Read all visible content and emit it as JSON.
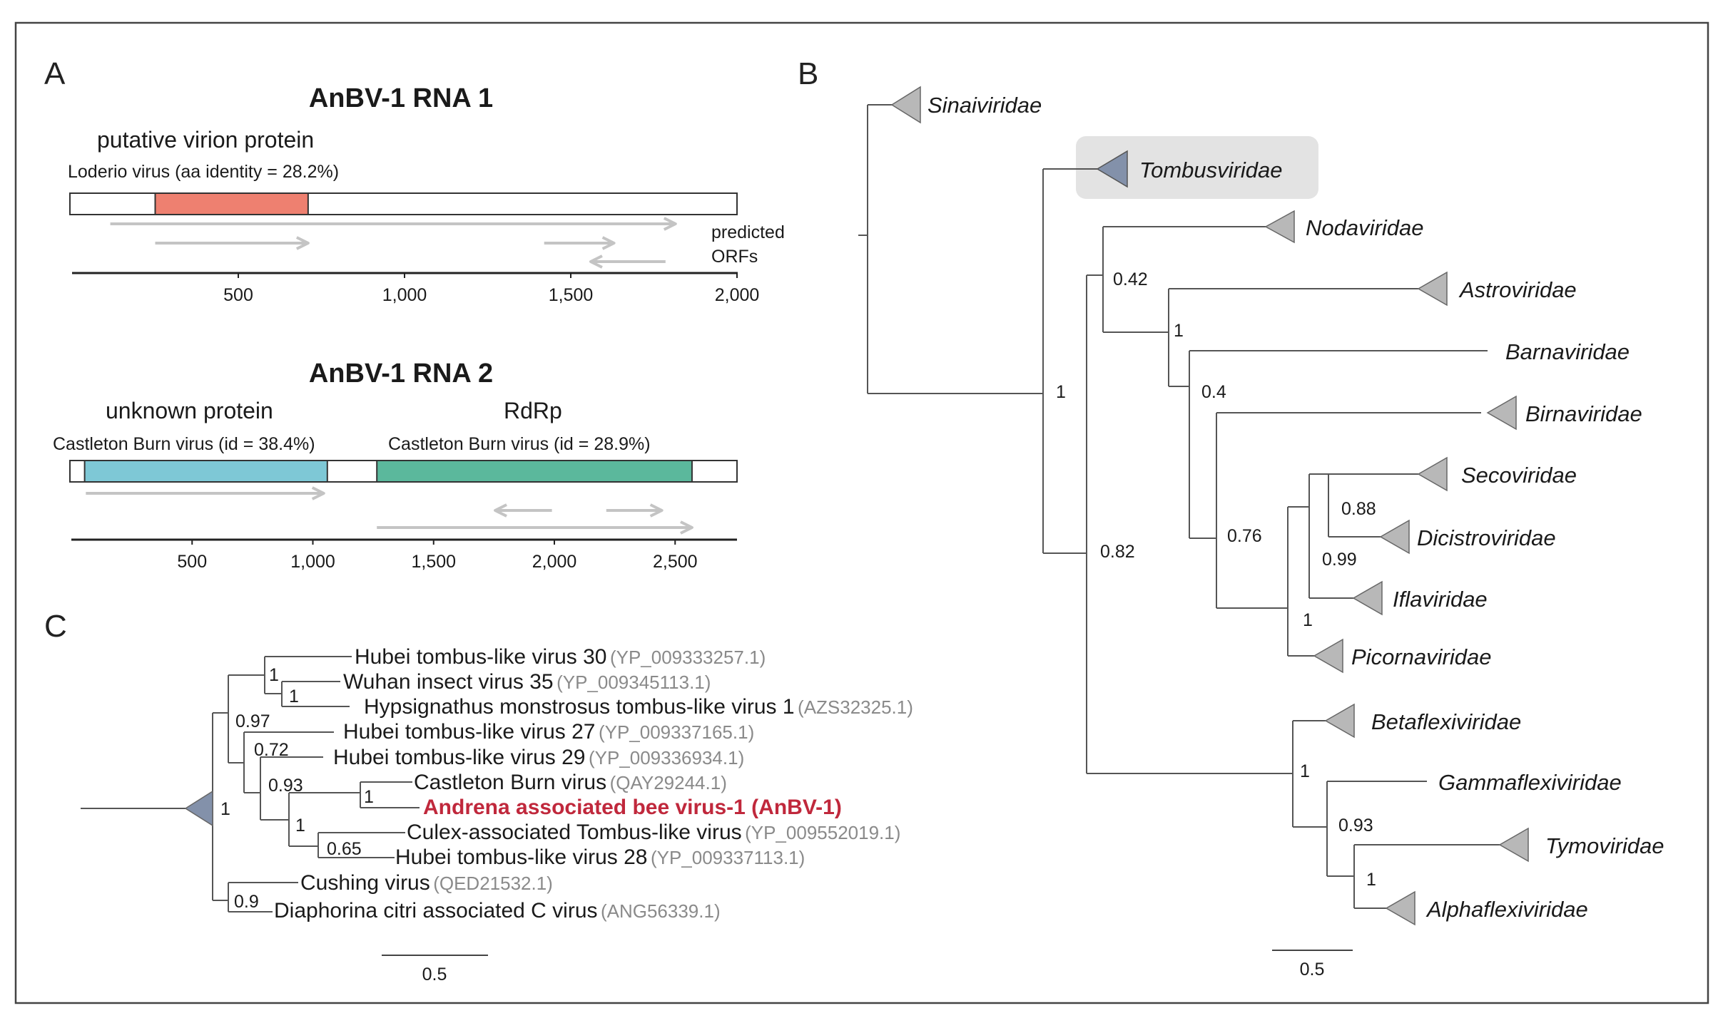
{
  "colors": {
    "rna1_protein": "#ee8070",
    "rna2_unknown": "#7ec8d6",
    "rna2_rdrp": "#5bb89c",
    "highlight_text": "#c0283c",
    "tombus_clade": "#8391aa",
    "clade_grey": "#b8b8b8",
    "highlight_box": "#e3e3e3",
    "orf_arrow": "#c4c4c4",
    "accession": "#8a8a8a"
  },
  "panelA": {
    "label": "A",
    "rna1": {
      "title": "AnBV-1 RNA 1",
      "protein_label": "putative virion protein",
      "hit_label": "Loderio virus (aa identity = 28.2%)",
      "orf_label_line1": "predicted",
      "orf_label_line2": "ORFs",
      "axis": {
        "min": 0,
        "max": 2000
      },
      "ticks": [
        {
          "v": 500,
          "label": "500"
        },
        {
          "v": 1000,
          "label": "1,000"
        },
        {
          "v": 1500,
          "label": "1,500"
        },
        {
          "v": 2000,
          "label": "2,000"
        }
      ],
      "segments": [
        {
          "start": 250,
          "end": 710
        }
      ],
      "orfs": [
        {
          "start": 115,
          "end": 1815,
          "dir": "fwd"
        },
        {
          "start": 250,
          "end": 710,
          "dir": "fwd"
        },
        {
          "start": 1420,
          "end": 1630,
          "dir": "fwd"
        },
        {
          "start": 1560,
          "end": 1785,
          "dir": "rev"
        }
      ]
    },
    "rna2": {
      "title": "AnBV-1 RNA 2",
      "protein1_label": "unknown protein",
      "hit1_label": "Castleton Burn virus (id = 38.4%)",
      "protein2_label": "RdRp",
      "hit2_label": "Castleton Burn virus (id = 28.9%)",
      "axis": {
        "min": 0,
        "max": 2700
      },
      "ticks": [
        {
          "v": 500,
          "label": "500"
        },
        {
          "v": 1000,
          "label": "1,000"
        },
        {
          "v": 1500,
          "label": "1,500"
        },
        {
          "v": 2000,
          "label": "2,000"
        },
        {
          "v": 2500,
          "label": "2,500"
        }
      ],
      "segments": [
        {
          "start": 55,
          "end": 1060
        },
        {
          "start": 1265,
          "end": 2570
        }
      ],
      "orfs": [
        {
          "start": 60,
          "end": 1045,
          "dir": "fwd"
        },
        {
          "start": 1265,
          "end": 2570,
          "dir": "fwd"
        },
        {
          "start": 1755,
          "end": 1990,
          "dir": "rev"
        },
        {
          "start": 2215,
          "end": 2445,
          "dir": "fwd"
        }
      ]
    }
  },
  "panelB": {
    "label": "B",
    "scale_label": "0.5",
    "families": [
      "Sinaiviridae",
      "Tombusviridae",
      "Nodaviridae",
      "Astroviridae",
      "Barnaviridae",
      "Birnaviridae",
      "Secoviridae",
      "Dicistroviridae",
      "Iflaviridae",
      "Picornaviridae",
      "Betaflexiviridae",
      "Gammaflexiviridae",
      "Tymoviridae",
      "Alphaflexiviridae"
    ],
    "supports": [
      "0.42",
      "1",
      "0.4",
      "1",
      "0.76",
      "0.88",
      "0.99",
      "1",
      "0.82",
      "1",
      "0.93",
      "1"
    ]
  },
  "panelC": {
    "label": "C",
    "scale_label": "0.5",
    "taxa": [
      {
        "name": "Hubei tombus-like virus 30",
        "acc": "(YP_009333257.1)"
      },
      {
        "name": "Wuhan insect virus 35",
        "acc": "(YP_009345113.1)"
      },
      {
        "name": "Hypsignathus monstrosus tombus-like virus 1",
        "acc": "(AZS32325.1)"
      },
      {
        "name": "Hubei tombus-like virus 27",
        "acc": "(YP_009337165.1)"
      },
      {
        "name": "Hubei tombus-like virus 29",
        "acc": "(YP_009336934.1)"
      },
      {
        "name": "Castleton Burn virus",
        "acc": "(QAY29244.1)"
      },
      {
        "name": "Andrena associated bee virus-1 (AnBV-1)",
        "acc": ""
      },
      {
        "name": "Culex-associated Tombus-like virus",
        "acc": "(YP_009552019.1)"
      },
      {
        "name": "Hubei tombus-like virus 28",
        "acc": "(YP_009337113.1)"
      },
      {
        "name": "Cushing virus",
        "acc": "(QED21532.1)"
      },
      {
        "name": "Diaphorina citri associated C virus",
        "acc": "(ANG56339.1)"
      }
    ],
    "supports": [
      "1",
      "1",
      "1",
      "0.97",
      "0.72",
      "0.93",
      "1",
      "1",
      "0.65",
      "0.9"
    ]
  }
}
